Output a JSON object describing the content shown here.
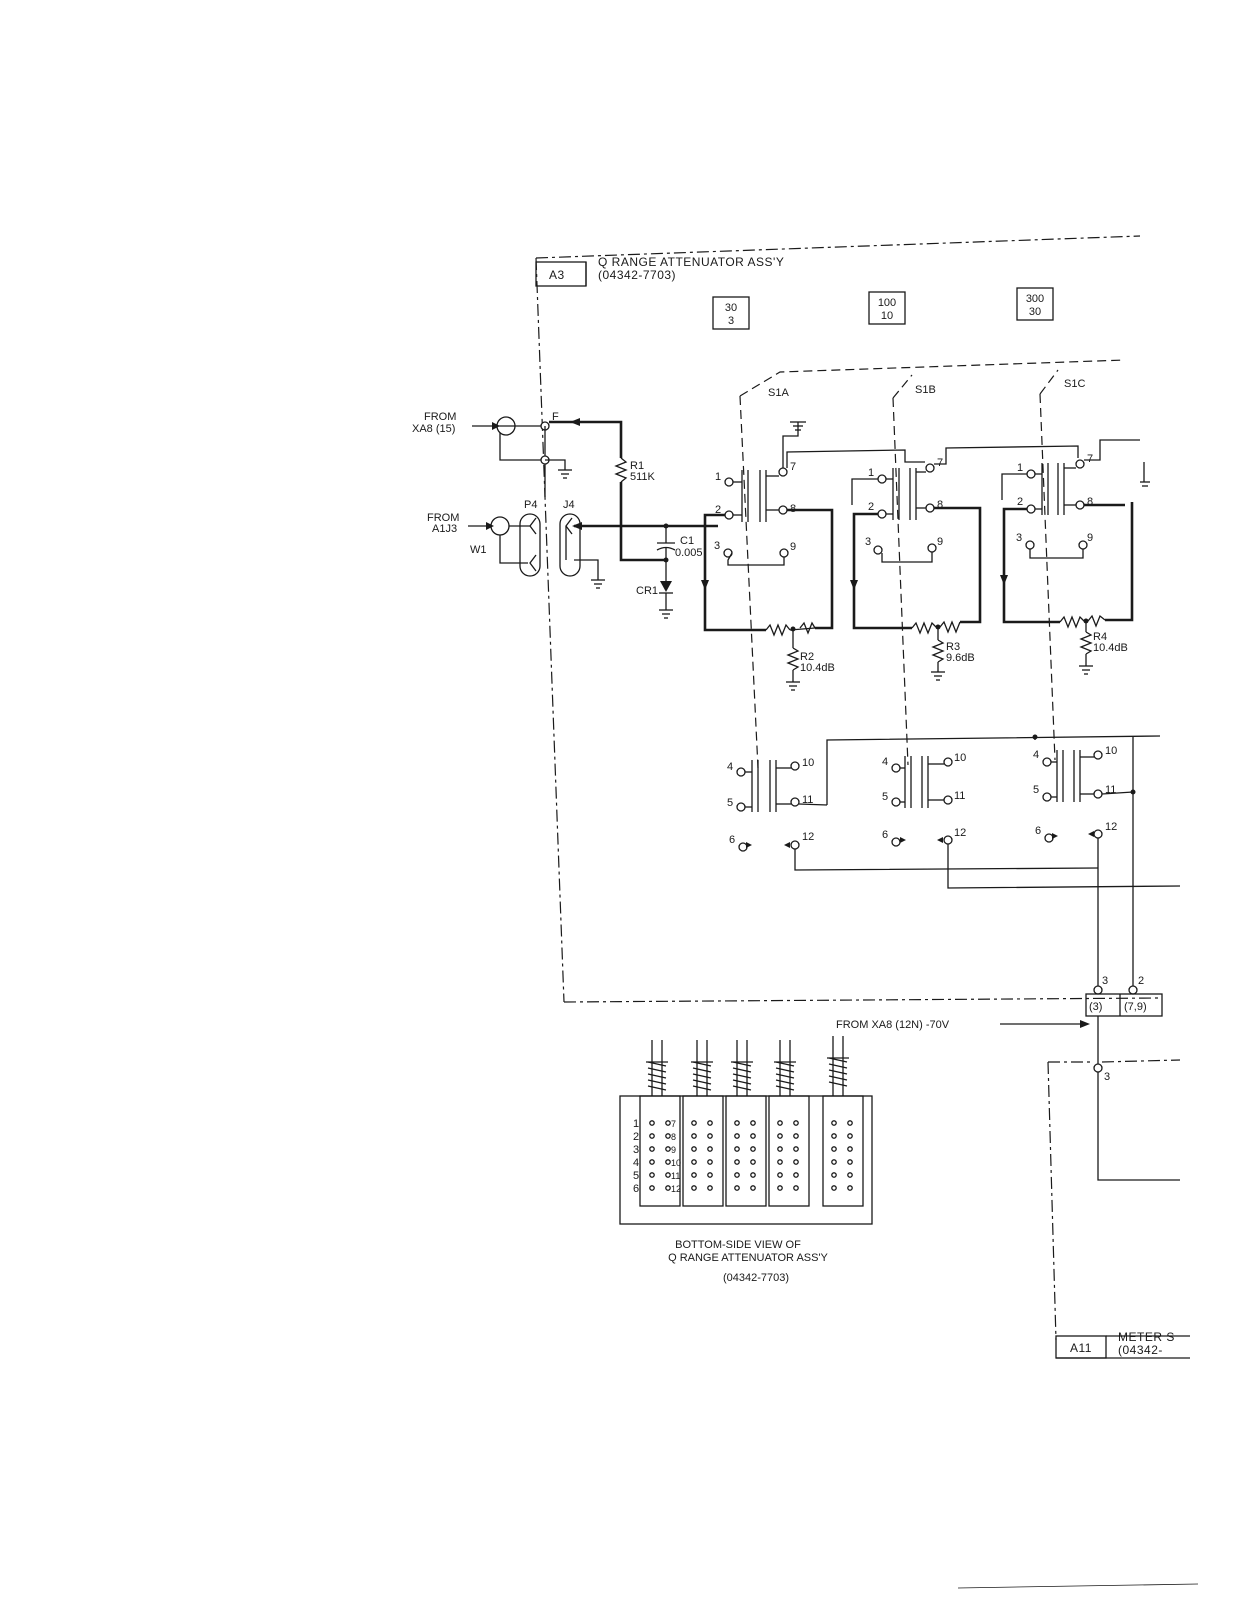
{
  "assembly": {
    "id": "A3",
    "title": "Q RANGE ATTENUATOR ASS'Y",
    "part_number": "(04342-7703)"
  },
  "range_buttons": [
    {
      "top": "30",
      "bottom": "3"
    },
    {
      "top": "100",
      "bottom": "10"
    },
    {
      "top": "300",
      "bottom": "30"
    }
  ],
  "switch_sections": [
    "S1A",
    "S1B",
    "S1C"
  ],
  "inputs": {
    "xa8": {
      "from": "FROM",
      "src": "XA8 (15)"
    },
    "a1j3": {
      "from": "FROM",
      "src": "A1J3"
    }
  },
  "node_f": "F",
  "connectors": {
    "p4": "P4",
    "j4": "J4",
    "w1": "W1"
  },
  "components": {
    "r1": {
      "ref": "R1",
      "value": "511K"
    },
    "c1": {
      "ref": "C1",
      "value": "0.005"
    },
    "cr1": {
      "ref": "CR1"
    },
    "r2": {
      "ref": "R2",
      "value": "10.4dB"
    },
    "r3": {
      "ref": "R3",
      "value": "9.6dB"
    },
    "r4": {
      "ref": "R4",
      "value": "10.4dB"
    }
  },
  "pins_upper": [
    "1",
    "2",
    "3",
    "7",
    "8",
    "9"
  ],
  "pins_lower": [
    "4",
    "5",
    "6",
    "10",
    "11",
    "12"
  ],
  "terminals": {
    "t3": "3",
    "t3b": "(3)",
    "t2": "2",
    "t2b": "(7,9)",
    "t3c": "3"
  },
  "supply": "FROM XA8 (12N) -70V",
  "bottom_view": {
    "title_line1": "BOTTOM-SIDE VIEW OF",
    "title_line2": "Q RANGE ATTENUATOR ASS'Y",
    "title_line3": "(04342-7703)",
    "pin_left": [
      "1",
      "2",
      "3",
      "4",
      "5",
      "6"
    ],
    "pin_right": [
      "7",
      "8",
      "9",
      "10",
      "11",
      "12"
    ]
  },
  "meter": {
    "id": "A11",
    "title": "METER S",
    "part": "(04342-"
  }
}
